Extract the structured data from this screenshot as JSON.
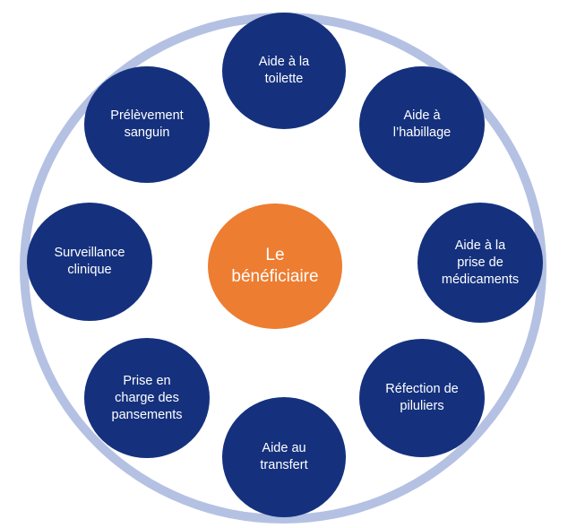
{
  "center": {
    "label": "Le\nbénéficiaire",
    "color": "#ed7d31"
  },
  "colors": {
    "node": "#15317e",
    "ring": "#b4c1e3"
  },
  "services": [
    {
      "label": "Aide à la\ntoilette"
    },
    {
      "label": "Aide à\nl’habillage"
    },
    {
      "label": "Aide à la\nprise de\nmédicaments"
    },
    {
      "label": "Réfection de\npiluliers"
    },
    {
      "label": "Aide au\ntransfert"
    },
    {
      "label": "Prise en\ncharge des\npansements"
    },
    {
      "label": "Surveillance\nclinique"
    },
    {
      "label": "Prélèvement\nsanguin"
    }
  ]
}
